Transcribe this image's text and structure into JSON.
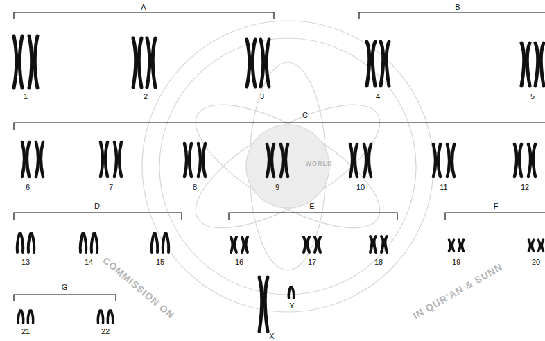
{
  "diagram": {
    "labels": [
      "A",
      "B",
      "C",
      "D",
      "E",
      "F",
      "G",
      "1",
      "2",
      "3",
      "4",
      "5",
      "6",
      "7",
      "8",
      "9",
      "10",
      "11",
      "12",
      "13",
      "14",
      "15",
      "16",
      "17",
      "18",
      "19",
      "20",
      "21",
      "22",
      "X",
      "Y",
      "WORLD",
      "COMMISSION ON",
      "IN QUR'AN & SUNN"
    ]
  }
}
